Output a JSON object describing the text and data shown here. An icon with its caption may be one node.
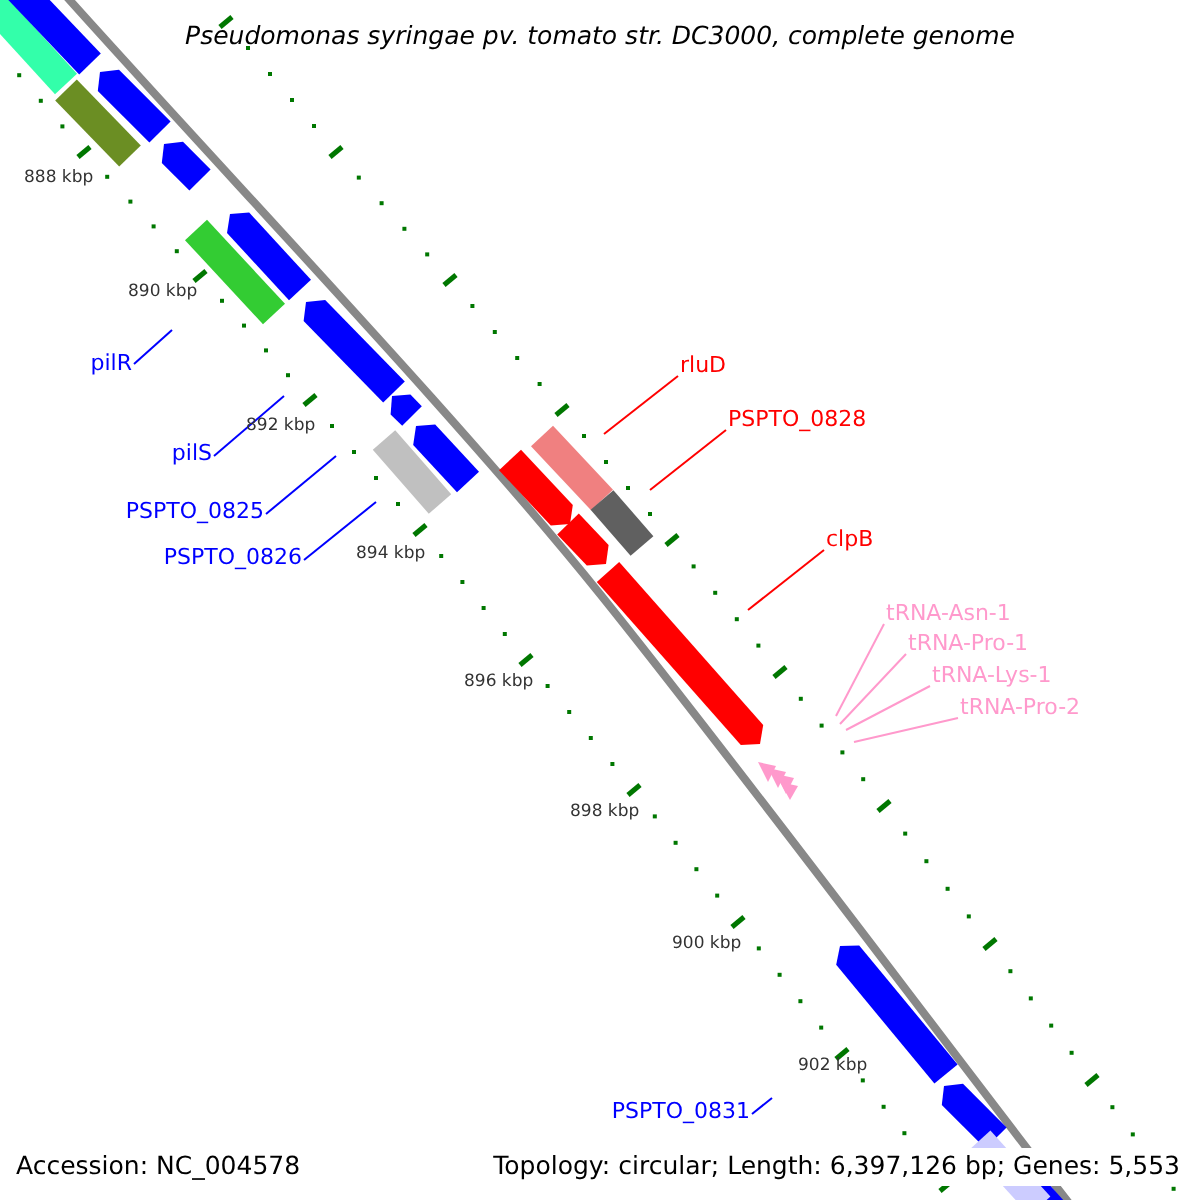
{
  "diagram": {
    "title": "Pseudomonas syringae pv. tomato str. DC3000, complete genome",
    "nodes": [
      {
        "text": [
          "rluD"
        ]
      },
      {
        "text": [
          "pilR"
        ]
      },
      {
        "text": [
          "PSPTO_0828"
        ]
      },
      {
        "text": [
          "pilS"
        ]
      },
      {
        "text": [
          "PSPTO_0825"
        ]
      },
      {
        "text": [
          "clpB"
        ]
      },
      {
        "text": [
          "PSPTO_0826"
        ]
      },
      {
        "text": [
          "tRNA-Asn-1"
        ]
      },
      {
        "text": [
          "tRNA-Pro-1"
        ]
      },
      {
        "text": [
          "tRNA-Lys-1"
        ]
      },
      {
        "text": [
          "tRNA-Pro-2"
        ]
      },
      {
        "text": [
          "PSPTO_0831"
        ]
      }
    ],
    "edges": [
      {
        "from": 0,
        "to": null,
        "arrow": "none",
        "color": "#ff0000"
      },
      {
        "from": 1,
        "to": null,
        "arrow": "none"
      },
      {
        "from": 2,
        "to": null,
        "arrow": "none",
        "color": "#ff0000"
      },
      {
        "from": 3,
        "to": null,
        "arrow": "none"
      },
      {
        "from": 4,
        "to": null,
        "arrow": "none"
      },
      {
        "from": 5,
        "to": null,
        "arrow": "none",
        "color": "#ff0000"
      },
      {
        "from": 6,
        "to": null,
        "arrow": "none"
      },
      {
        "from": 7,
        "to": null,
        "arrow": "none",
        "color": "#ff99cc"
      },
      {
        "from": 8,
        "to": null,
        "arrow": "none",
        "color": "#ff99cc"
      },
      {
        "from": 9,
        "to": null,
        "arrow": "none",
        "color": "#ff99cc"
      },
      {
        "from": 10,
        "to": null,
        "arrow": "none",
        "color": "#ff99cc"
      },
      {
        "from": 11,
        "to": null,
        "arrow": "none"
      }
    ],
    "labels": [
      "888 kbp",
      "890 kbp",
      "892 kbp",
      "894 kbp",
      "896 kbp",
      "898 kbp",
      "900 kbp",
      "902 kbp",
      "Accession: NC_004578",
      "Topology: circular; Length: 6,397,126 bp; Genes: 5,553"
    ]
  }
}
